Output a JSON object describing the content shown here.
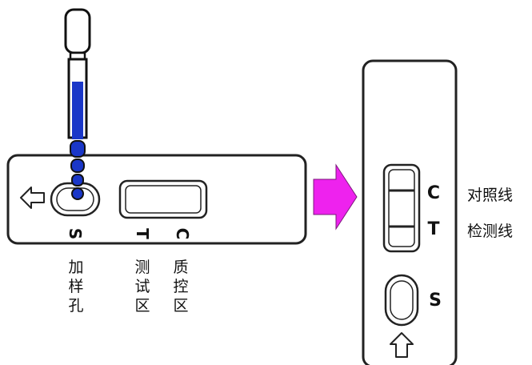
{
  "left_cassette": {
    "s_mark": "S",
    "t_mark": "T",
    "c_mark": "C",
    "captions": {
      "sample_well": [
        "加",
        "样",
        "孔"
      ],
      "test_zone": [
        "测",
        "试",
        "区"
      ],
      "control_zone": [
        "质",
        "控",
        "区"
      ]
    }
  },
  "right_cassette": {
    "c_mark": "C",
    "t_mark": "T",
    "s_mark": "S",
    "control_line_label": "对照线",
    "test_line_label": "检测线"
  },
  "colors": {
    "dropper_fill": "#1a37c8",
    "transition_arrow": "#ee22ee",
    "outline": "#222222"
  }
}
